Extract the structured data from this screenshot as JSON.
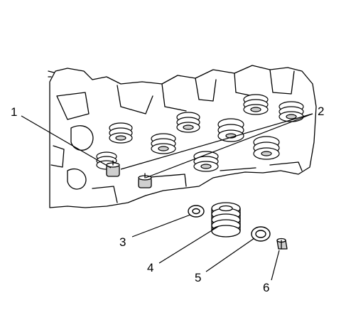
{
  "callouts": [
    {
      "id": "1",
      "label": "1"
    },
    {
      "id": "2",
      "label": "2"
    },
    {
      "id": "3",
      "label": "3"
    },
    {
      "id": "4",
      "label": "4"
    },
    {
      "id": "5",
      "label": "5"
    },
    {
      "id": "6",
      "label": "6"
    }
  ],
  "parts": [
    {
      "callout": "1",
      "icon": "valve-stem-icon"
    },
    {
      "callout": "2",
      "icon": "valve-stem-icon"
    },
    {
      "callout": "3",
      "icon": "washer-icon"
    },
    {
      "callout": "4",
      "icon": "coil-spring-icon"
    },
    {
      "callout": "5",
      "icon": "retainer-icon"
    },
    {
      "callout": "6",
      "icon": "keeper-icon"
    }
  ],
  "colors": {
    "ink": "#000000",
    "shade": "#cfcfcf",
    "background": "#ffffff"
  }
}
